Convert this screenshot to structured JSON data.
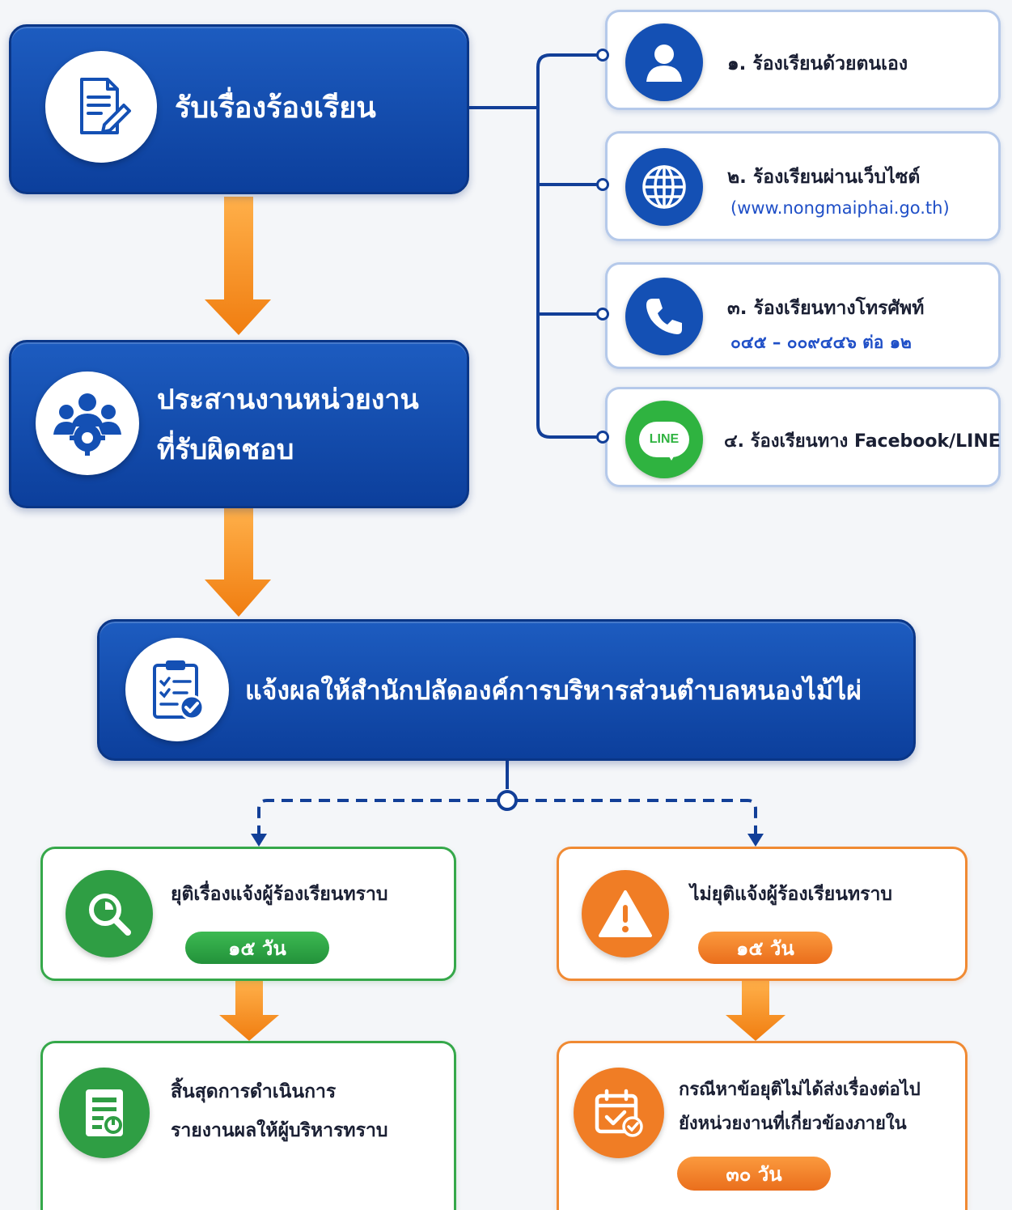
{
  "steps": {
    "receive": {
      "title": "รับเรื่องร้องเรียน",
      "icon": "document-pen-icon"
    },
    "coordinate": {
      "title_line1": "ประสานงานหน่วยงาน",
      "title_line2": "ที่รับผิดชอบ",
      "icon": "team-gear-icon"
    },
    "report": {
      "title": "แจ้งผลให้สำนักปลัดองค์การบริหารส่วนตำบลหนองไม้ไผ่",
      "icon": "clipboard-check-icon"
    }
  },
  "channels": [
    {
      "label": "๑. ร้องเรียนด้วยตนเอง",
      "sub": "",
      "icon": "person-icon"
    },
    {
      "label": "๒. ร้องเรียนผ่านเว็บไซต์",
      "sub": "(www.nongmaiphai.go.th)",
      "icon": "globe-icon"
    },
    {
      "label": "๓. ร้องเรียนทางโทรศัพท์",
      "sub": "๐๔๕ – ๐๐๙๔๔๖ ต่อ ๑๒",
      "icon": "phone-icon"
    },
    {
      "label": "๔. ร้องเรียนทาง Facebook/LINE",
      "sub": "",
      "icon": "line-icon",
      "icon_text": "LINE"
    }
  ],
  "outcomes": {
    "resolved": {
      "text": "ยุติเรื่องแจ้งผู้ร้องเรียนทราบ",
      "badge": "๑๕ วัน",
      "icon": "search-icon"
    },
    "unresolved": {
      "text": "ไม่ยุติแจ้งผู้ร้องเรียนทราบ",
      "badge": "๑๕ วัน",
      "icon": "warning-icon"
    },
    "end": {
      "line1": "สิ้นสุดการดำเนินการ",
      "line2": "รายงานผลให้ผู้บริหารทราบ",
      "icon": "report-icon"
    },
    "forward": {
      "line1": "กรณีหาข้อยุติไม่ได้ส่งเรื่องต่อไป",
      "line2": "ยังหน่วยงานที่เกี่ยวข้องภายใน",
      "badge": "๓๐ วัน",
      "icon": "calendar-check-icon"
    }
  },
  "colors": {
    "primary_blue": "#0c3f9c",
    "arrow_orange": "#f7921e",
    "green": "#2f9e44",
    "orange": "#f07d25",
    "link_blue": "#1f4fc7"
  }
}
